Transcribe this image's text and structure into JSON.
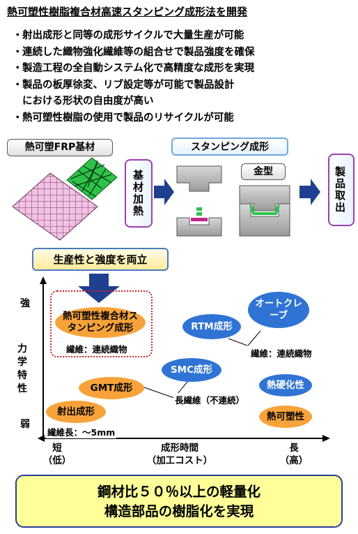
{
  "title": "熱可塑性樹脂複合材高速スタンピング成形法を開発",
  "bullets": [
    "射出成形と同等の成形サイクルで大量生産が可能",
    "連続した織物強化繊維等の組合せで製品強度を確保",
    "製造工程の全自動システム化で高精度な成形を実現",
    "製品の板厚徐変、リブ設定等が可能で製品設計",
    "における形状の自由度が高い",
    "熱可塑性樹脂の使用で製品のリサイクルが可能"
  ],
  "process": {
    "frp_label": "熱可塑FRP基材",
    "stamping_label": "スタンピング成形",
    "heating_label": "基材加熱",
    "mold_label": "金型",
    "output_label": "製品取出"
  },
  "productivity_label": "生産性と強度を両立",
  "chart": {
    "y_strong": "強",
    "y_weak": "弱",
    "y_label": "力学特性",
    "x_short": "短",
    "x_short_sub": "（低）",
    "x_center": "成形時間",
    "x_center_sub": "（加工コスト）",
    "x_long": "長",
    "x_long_sub": "（高）",
    "methods": {
      "new_method": "熱可塑性複合材スタンピング成形",
      "new_method_fiber": "繊維：連続織物",
      "rtm": "RTM成形",
      "autoclave": "オートクレーブ",
      "continuous_fiber_note": "繊維：連続織物",
      "smc": "SMC成形",
      "gmt": "GMT成形",
      "long_fiber_note": "長繊維（不連続）",
      "injection": "射出成形",
      "fiber_length_note": "繊維長：～5mm",
      "thermoset": "熱硬化性",
      "thermoplastic": "熱可塑性"
    }
  },
  "conclusion": {
    "line1": "鋼材比５０％以上の軽量化",
    "line2": "構造部品の樹脂化を実現"
  },
  "colors": {
    "orange": "#f7a33a",
    "blue": "#2f74d4",
    "final_bg": "#ffff99"
  }
}
